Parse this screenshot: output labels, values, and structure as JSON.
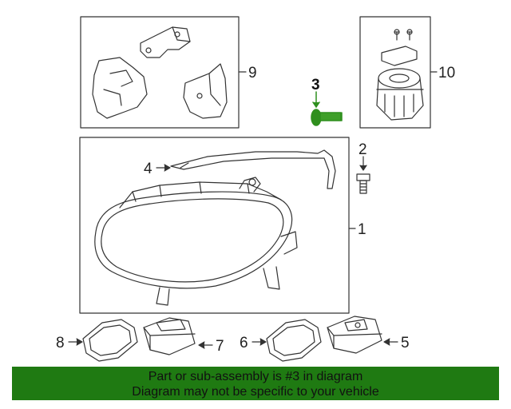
{
  "diagram": {
    "callouts": {
      "part_1": "1",
      "part_2": "2",
      "part_3": "3",
      "part_4": "4",
      "part_5": "5",
      "part_6": "6",
      "part_7": "7",
      "part_8": "8",
      "part_9": "9",
      "part_10": "10"
    },
    "highlighted_part": "3",
    "highlight_color": "#2f8f1e",
    "line_color": "#333333"
  },
  "banner": {
    "line1": "Part or sub-assembly is #3 in diagram",
    "line2": "Diagram may not be specific to your vehicle",
    "background": "#1f7a12"
  }
}
